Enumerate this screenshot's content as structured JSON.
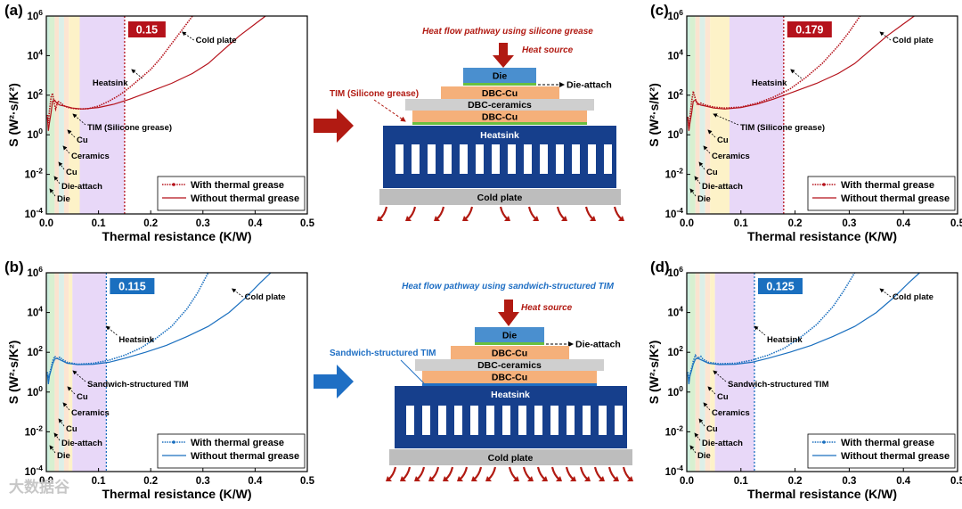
{
  "watermark": "大数据谷",
  "colors": {
    "red": "#b5121b",
    "blue": "#1a6fbf",
    "navy": "#163f8c",
    "die": "#4a8fcf",
    "dbc_cu": "#f5b07a",
    "ceramics": "#cfcfcf",
    "grease": "#6abf3f",
    "cold_plate": "#bdbdbd",
    "arrow_red": "#b11a12",
    "arrow_blue": "#1f6fc4"
  },
  "bands": [
    {
      "name": "Die",
      "from": 0.0,
      "to": 0.006,
      "color": "#cdeedd"
    },
    {
      "name": "Die-attach",
      "from": 0.006,
      "to": 0.016,
      "color": "#d8f0d0"
    },
    {
      "name": "Cu",
      "from": 0.016,
      "to": 0.024,
      "color": "#fbe3cf"
    },
    {
      "name": "Ceramics",
      "from": 0.024,
      "to": 0.034,
      "color": "#dcefe8"
    },
    {
      "name": "Cu",
      "from": 0.034,
      "to": 0.043,
      "color": "#fde5d2"
    }
  ],
  "chart_data": [
    {
      "type": "line",
      "panel": "(a)",
      "xlabel": "Thermal resistance (K/W)",
      "ylabel": "S (W²·s/K²)",
      "xlim": [
        0,
        0.5
      ],
      "ylim_log10": [
        -4,
        6
      ],
      "xticks": [
        "0.0",
        "0.1",
        "0.2",
        "0.3",
        "0.4",
        "0.5"
      ],
      "yticks": [
        {
          "base": "10",
          "exp": "-4"
        },
        {
          "base": "10",
          "exp": "-2"
        },
        {
          "base": "10",
          "exp": "0"
        },
        {
          "base": "10",
          "exp": "2"
        },
        {
          "base": "10",
          "exp": "4"
        },
        {
          "base": "10",
          "exp": "6"
        }
      ],
      "color": "#b5121b",
      "tim_band": {
        "from": 0.043,
        "to": 0.064,
        "color": "#fdf2c8"
      },
      "heatsink_band": {
        "from": 0.064,
        "to": 0.15,
        "color": "#e8d8f8"
      },
      "marker_x": 0.15,
      "marker_label": "0.15",
      "series": [
        {
          "name": "With thermal grease",
          "style": "dotted",
          "points": [
            [
              0.002,
              1.0
            ],
            [
              0.004,
              0.6
            ],
            [
              0.006,
              1.2
            ],
            [
              0.009,
              1.9
            ],
            [
              0.012,
              2.1
            ],
            [
              0.015,
              1.6
            ],
            [
              0.018,
              1.3
            ],
            [
              0.022,
              1.7
            ],
            [
              0.028,
              1.6
            ],
            [
              0.035,
              1.45
            ],
            [
              0.045,
              1.35
            ],
            [
              0.06,
              1.3
            ],
            [
              0.08,
              1.32
            ],
            [
              0.1,
              1.45
            ],
            [
              0.12,
              1.7
            ],
            [
              0.14,
              2.0
            ],
            [
              0.16,
              2.4
            ],
            [
              0.18,
              2.85
            ],
            [
              0.2,
              3.3
            ],
            [
              0.22,
              3.9
            ],
            [
              0.24,
              4.6
            ],
            [
              0.26,
              5.3
            ],
            [
              0.28,
              6.0
            ]
          ]
        },
        {
          "name": "Without thermal grease",
          "style": "solid",
          "points": [
            [
              0.002,
              0.9
            ],
            [
              0.004,
              0.2
            ],
            [
              0.006,
              0.6
            ],
            [
              0.009,
              1.1
            ],
            [
              0.012,
              1.7
            ],
            [
              0.016,
              1.75
            ],
            [
              0.02,
              1.6
            ],
            [
              0.026,
              1.5
            ],
            [
              0.035,
              1.45
            ],
            [
              0.05,
              1.35
            ],
            [
              0.07,
              1.3
            ],
            [
              0.1,
              1.38
            ],
            [
              0.13,
              1.55
            ],
            [
              0.16,
              1.8
            ],
            [
              0.2,
              2.2
            ],
            [
              0.24,
              2.6
            ],
            [
              0.28,
              3.1
            ],
            [
              0.31,
              3.6
            ],
            [
              0.34,
              4.3
            ],
            [
              0.37,
              5.0
            ],
            [
              0.4,
              5.6
            ],
            [
              0.42,
              6.0
            ]
          ]
        }
      ],
      "annotations": {
        "cold_plate": "Cold plate",
        "heatsink": "Heatsink",
        "tim": "TIM (Silicone grease)",
        "cu": "Cu",
        "ceramics": "Ceramics",
        "cu2": "Cu",
        "die_attach": "Die-attach",
        "die": "Die"
      }
    },
    {
      "type": "line",
      "panel": "(c)",
      "xlabel": "Thermal resistance (K/W)",
      "ylabel": "S (W²·s/K²)",
      "xlim": [
        0,
        0.5
      ],
      "ylim_log10": [
        -4,
        6
      ],
      "xticks": [
        "0.0",
        "0.1",
        "0.2",
        "0.3",
        "0.4",
        "0.5"
      ],
      "yticks": [
        {
          "base": "10",
          "exp": "-4"
        },
        {
          "base": "10",
          "exp": "-2"
        },
        {
          "base": "10",
          "exp": "0"
        },
        {
          "base": "10",
          "exp": "2"
        },
        {
          "base": "10",
          "exp": "4"
        },
        {
          "base": "10",
          "exp": "6"
        }
      ],
      "color": "#b5121b",
      "tim_band": {
        "from": 0.043,
        "to": 0.079,
        "color": "#fdf2c8"
      },
      "heatsink_band": {
        "from": 0.079,
        "to": 0.179,
        "color": "#e8d8f8"
      },
      "marker_x": 0.179,
      "marker_label": "0.179",
      "series": [
        {
          "name": "With thermal grease",
          "style": "dotted",
          "points": [
            [
              0.002,
              0.9
            ],
            [
              0.004,
              0.3
            ],
            [
              0.006,
              0.9
            ],
            [
              0.009,
              1.7
            ],
            [
              0.012,
              2.2
            ],
            [
              0.016,
              1.8
            ],
            [
              0.02,
              1.5
            ],
            [
              0.026,
              1.6
            ],
            [
              0.035,
              1.5
            ],
            [
              0.05,
              1.4
            ],
            [
              0.07,
              1.35
            ],
            [
              0.1,
              1.4
            ],
            [
              0.13,
              1.6
            ],
            [
              0.16,
              1.9
            ],
            [
              0.19,
              2.3
            ],
            [
              0.22,
              2.9
            ],
            [
              0.25,
              3.6
            ],
            [
              0.28,
              4.5
            ],
            [
              0.3,
              5.2
            ],
            [
              0.32,
              6.0
            ]
          ]
        },
        {
          "name": "Without thermal grease",
          "style": "solid",
          "points": [
            [
              0.002,
              0.9
            ],
            [
              0.004,
              0.2
            ],
            [
              0.006,
              0.6
            ],
            [
              0.009,
              1.1
            ],
            [
              0.012,
              1.7
            ],
            [
              0.016,
              1.75
            ],
            [
              0.02,
              1.6
            ],
            [
              0.026,
              1.5
            ],
            [
              0.035,
              1.45
            ],
            [
              0.05,
              1.35
            ],
            [
              0.07,
              1.3
            ],
            [
              0.1,
              1.38
            ],
            [
              0.13,
              1.55
            ],
            [
              0.16,
              1.8
            ],
            [
              0.2,
              2.2
            ],
            [
              0.24,
              2.6
            ],
            [
              0.28,
              3.1
            ],
            [
              0.31,
              3.6
            ],
            [
              0.34,
              4.3
            ],
            [
              0.37,
              5.0
            ],
            [
              0.4,
              5.6
            ],
            [
              0.42,
              6.0
            ]
          ]
        }
      ],
      "annotations": {
        "cold_plate": "Cold plate",
        "heatsink": "Heatsink",
        "tim": "TIM (Silicone grease)",
        "cu": "Cu",
        "ceramics": "Ceramics",
        "cu2": "Cu",
        "die_attach": "Die-attach",
        "die": "Die"
      }
    },
    {
      "type": "line",
      "panel": "(b)",
      "xlabel": "Thermal resistance (K/W)",
      "ylabel": "S (W²·s/K²)",
      "xlim": [
        0,
        0.5
      ],
      "ylim_log10": [
        -4,
        6
      ],
      "xticks": [
        "0.0",
        "0.1",
        "0.2",
        "0.3",
        "0.4",
        "0.5"
      ],
      "yticks": [
        {
          "base": "10",
          "exp": "-4"
        },
        {
          "base": "10",
          "exp": "-2"
        },
        {
          "base": "10",
          "exp": "0"
        },
        {
          "base": "10",
          "exp": "2"
        },
        {
          "base": "10",
          "exp": "4"
        },
        {
          "base": "10",
          "exp": "6"
        }
      ],
      "color": "#1a6fbf",
      "tim_band": {
        "from": 0.043,
        "to": 0.05,
        "color": "#fdf2c8"
      },
      "heatsink_band": {
        "from": 0.05,
        "to": 0.115,
        "color": "#e8d8f8"
      },
      "marker_x": 0.115,
      "marker_label": "0.115",
      "series": [
        {
          "name": "With thermal grease",
          "style": "dotted",
          "points": [
            [
              0.002,
              1.0
            ],
            [
              0.004,
              0.7
            ],
            [
              0.006,
              0.9
            ],
            [
              0.009,
              1.2
            ],
            [
              0.012,
              1.55
            ],
            [
              0.016,
              1.8
            ],
            [
              0.02,
              1.7
            ],
            [
              0.026,
              1.75
            ],
            [
              0.03,
              1.65
            ],
            [
              0.04,
              1.5
            ],
            [
              0.06,
              1.4
            ],
            [
              0.09,
              1.45
            ],
            [
              0.12,
              1.6
            ],
            [
              0.15,
              1.85
            ],
            [
              0.18,
              2.2
            ],
            [
              0.21,
              2.7
            ],
            [
              0.24,
              3.3
            ],
            [
              0.27,
              4.2
            ],
            [
              0.29,
              5.0
            ],
            [
              0.31,
              6.0
            ]
          ]
        },
        {
          "name": "Without thermal grease",
          "style": "solid",
          "points": [
            [
              0.002,
              0.9
            ],
            [
              0.004,
              0.4
            ],
            [
              0.006,
              0.8
            ],
            [
              0.009,
              1.1
            ],
            [
              0.012,
              1.4
            ],
            [
              0.016,
              1.65
            ],
            [
              0.02,
              1.7
            ],
            [
              0.028,
              1.6
            ],
            [
              0.04,
              1.45
            ],
            [
              0.06,
              1.38
            ],
            [
              0.09,
              1.4
            ],
            [
              0.12,
              1.5
            ],
            [
              0.15,
              1.7
            ],
            [
              0.19,
              2.0
            ],
            [
              0.23,
              2.35
            ],
            [
              0.27,
              2.8
            ],
            [
              0.31,
              3.3
            ],
            [
              0.35,
              4.0
            ],
            [
              0.38,
              4.7
            ],
            [
              0.41,
              5.5
            ],
            [
              0.43,
              6.0
            ]
          ]
        }
      ],
      "annotations": {
        "cold_plate": "Cold plate",
        "heatsink": "Heatsink",
        "tim": "Sandwich-structured TIM",
        "cu": "Cu",
        "ceramics": "Ceramics",
        "cu2": "Cu",
        "die_attach": "Die-attach",
        "die": "Die"
      }
    },
    {
      "type": "line",
      "panel": "(d)",
      "xlabel": "Thermal resistance (K/W)",
      "ylabel": "S (W²·s/K²)",
      "xlim": [
        0,
        0.5
      ],
      "ylim_log10": [
        -4,
        6
      ],
      "xticks": [
        "0.0",
        "0.1",
        "0.2",
        "0.3",
        "0.4",
        "0.5"
      ],
      "yticks": [
        {
          "base": "10",
          "exp": "-4"
        },
        {
          "base": "10",
          "exp": "-2"
        },
        {
          "base": "10",
          "exp": "0"
        },
        {
          "base": "10",
          "exp": "2"
        },
        {
          "base": "10",
          "exp": "4"
        },
        {
          "base": "10",
          "exp": "6"
        }
      ],
      "color": "#1a6fbf",
      "tim_band": {
        "from": 0.043,
        "to": 0.052,
        "color": "#fdf2c8"
      },
      "heatsink_band": {
        "from": 0.052,
        "to": 0.125,
        "color": "#e8d8f8"
      },
      "marker_x": 0.125,
      "marker_label": "0.125",
      "series": [
        {
          "name": "With thermal grease",
          "style": "dotted",
          "points": [
            [
              0.002,
              1.0
            ],
            [
              0.004,
              0.6
            ],
            [
              0.006,
              0.9
            ],
            [
              0.009,
              1.2
            ],
            [
              0.012,
              1.55
            ],
            [
              0.016,
              1.85
            ],
            [
              0.02,
              1.7
            ],
            [
              0.026,
              1.8
            ],
            [
              0.03,
              1.65
            ],
            [
              0.04,
              1.5
            ],
            [
              0.06,
              1.42
            ],
            [
              0.09,
              1.45
            ],
            [
              0.12,
              1.6
            ],
            [
              0.15,
              1.85
            ],
            [
              0.18,
              2.2
            ],
            [
              0.21,
              2.75
            ],
            [
              0.24,
              3.4
            ],
            [
              0.27,
              4.3
            ],
            [
              0.29,
              5.1
            ],
            [
              0.31,
              6.0
            ]
          ]
        },
        {
          "name": "Without thermal grease",
          "style": "solid",
          "points": [
            [
              0.002,
              0.9
            ],
            [
              0.004,
              0.4
            ],
            [
              0.006,
              0.8
            ],
            [
              0.009,
              1.1
            ],
            [
              0.012,
              1.4
            ],
            [
              0.016,
              1.65
            ],
            [
              0.02,
              1.7
            ],
            [
              0.028,
              1.6
            ],
            [
              0.04,
              1.45
            ],
            [
              0.06,
              1.38
            ],
            [
              0.09,
              1.4
            ],
            [
              0.12,
              1.5
            ],
            [
              0.15,
              1.7
            ],
            [
              0.19,
              2.0
            ],
            [
              0.23,
              2.35
            ],
            [
              0.27,
              2.8
            ],
            [
              0.31,
              3.3
            ],
            [
              0.35,
              4.0
            ],
            [
              0.38,
              4.7
            ],
            [
              0.41,
              5.5
            ],
            [
              0.43,
              6.0
            ]
          ]
        }
      ],
      "annotations": {
        "cold_plate": "Cold plate",
        "heatsink": "Heatsink",
        "tim": "Sandwich-structured TIM",
        "cu": "Cu",
        "ceramics": "Ceramics",
        "cu2": "Cu",
        "die_attach": "Die-attach",
        "die": "Die"
      }
    }
  ],
  "diagrams": [
    {
      "title": "Heat flow pathway using silicone grease",
      "heat_source": "Heat source",
      "die": "Die",
      "die_attach": "Die-attach",
      "dbc_cu_top": "DBC-Cu",
      "dbc_ceramics": "DBC-ceramics",
      "dbc_cu_bottom": "DBC-Cu",
      "tim_label": "TIM (Silicone grease)",
      "heatsink": "Heatsink",
      "cold_plate": "Cold plate"
    },
    {
      "title": "Heat flow pathway using sandwich-structured TIM",
      "heat_source": "Heat source",
      "die": "Die",
      "die_attach": "Die-attach",
      "dbc_cu_top": "DBC-Cu",
      "dbc_ceramics": "DBC-ceramics",
      "dbc_cu_bottom": "DBC-Cu",
      "tim_label": "Sandwich-structured TIM",
      "heatsink": "Heatsink",
      "cold_plate": "Cold plate"
    }
  ]
}
